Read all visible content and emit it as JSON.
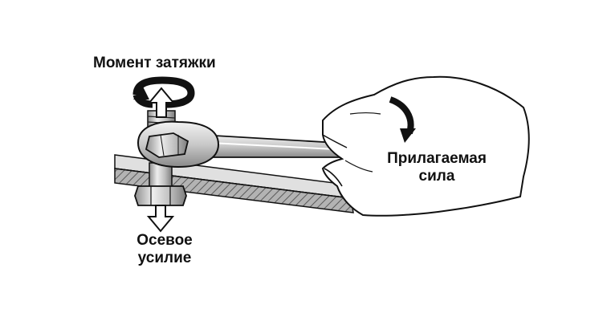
{
  "labels": {
    "torque": "Момент затяжки",
    "applied_force_line1": "Прилагаемая",
    "applied_force_line2": "сила",
    "axial_force_line1": "Осевое",
    "axial_force_line2": "усилие"
  },
  "colors": {
    "ink": "#111111",
    "steel_light": "#e6e6e6",
    "steel_mid": "#bdbdbd",
    "steel_dark": "#7a7a7a",
    "plate_hatch": "#6d6d6d",
    "plate_fill": "#b3b3b3",
    "hand_fill": "#ffffff",
    "arrow_fill": "#ffffff"
  },
  "icons": {
    "torque_arrow": "rotation-arrow-icon",
    "force_arrow": "curved-arrow-icon",
    "axial_arrow": "down-arrow-icon"
  }
}
